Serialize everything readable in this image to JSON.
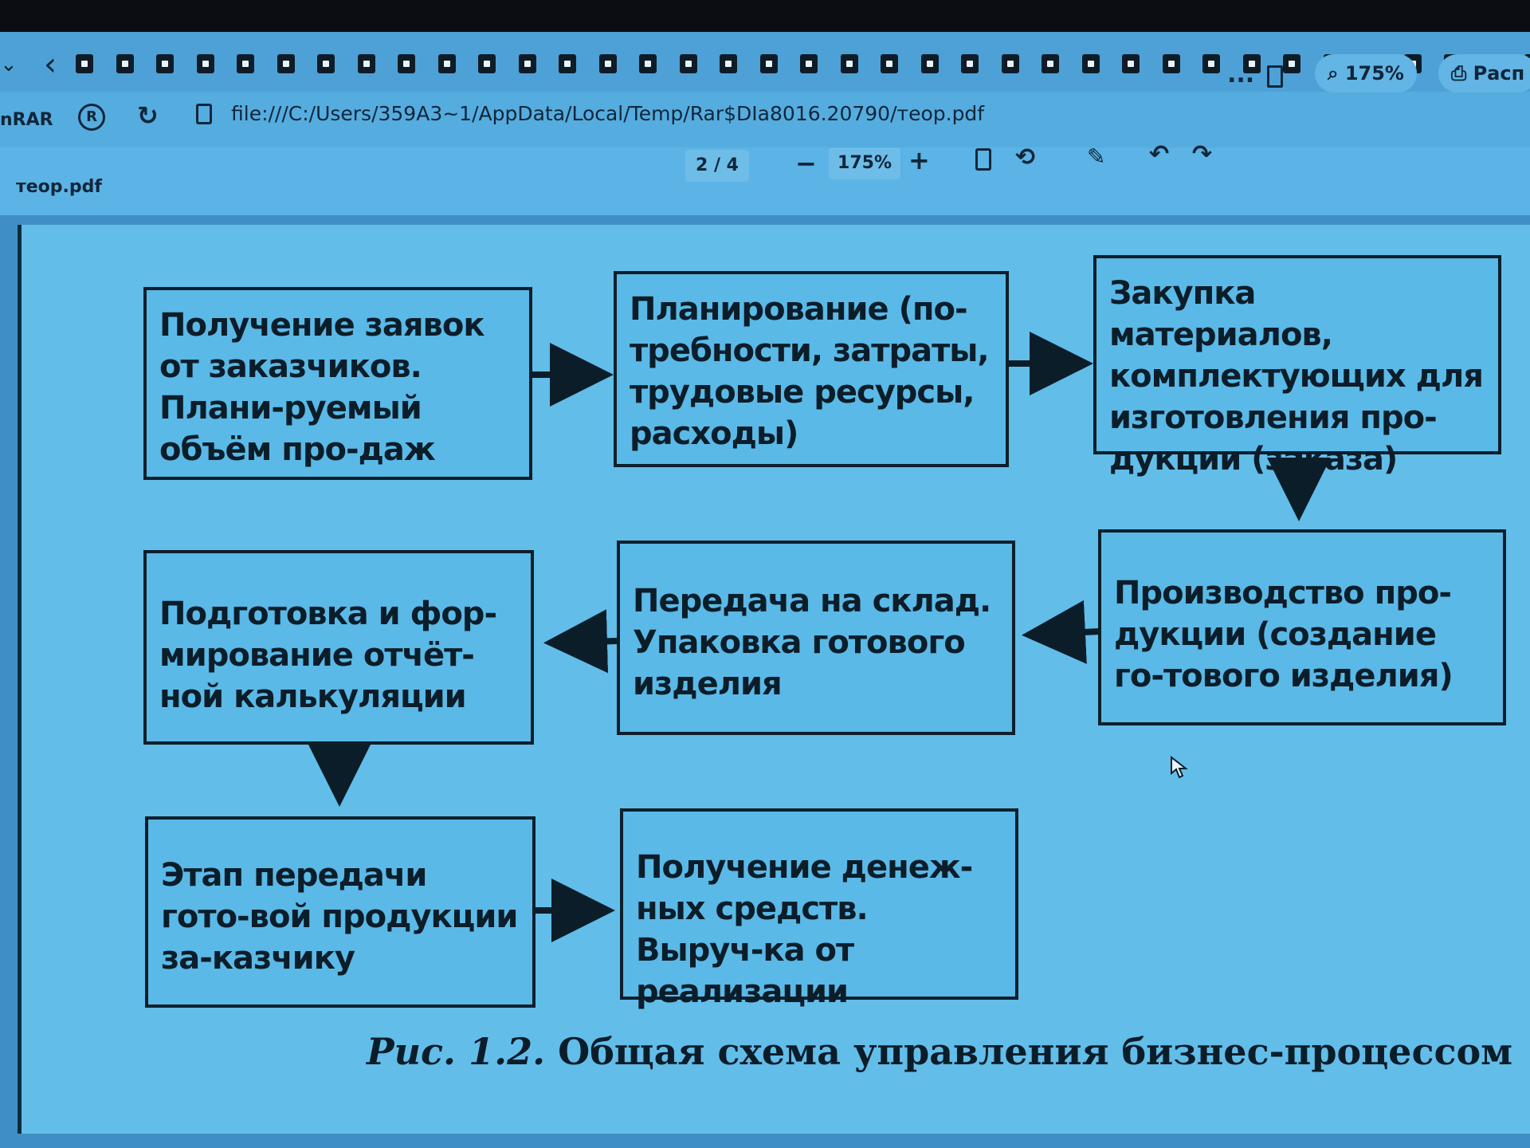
{
  "browser": {
    "app_partial_label": "nRAR",
    "url": "file:///C:/Users/359A3~1/AppData/Local/Temp/Rar$DIa8016.20790/теор.pdf",
    "menu_label": "...",
    "zoom_pill": "175%",
    "print_label": "Расп",
    "reader_icon_letter": "R"
  },
  "pdf_toolbar": {
    "filename": "теор.pdf",
    "page_indicator": "2 / 4",
    "zoom": "175%",
    "zoom_out": "−",
    "zoom_in": "+"
  },
  "diagram": {
    "boxes": [
      {
        "id": "b1",
        "text": "Получение заявок от заказчиков. Плани-руемый объём про-даж"
      },
      {
        "id": "b2",
        "text": "Планирование (по-требности, затраты, трудовые ресурсы, расходы)"
      },
      {
        "id": "b3",
        "text": "Закупка материалов, комплектующих для изготовления про-дукции (заказа)"
      },
      {
        "id": "b4",
        "text": "Производство про-дукции (создание го-тового изделия)"
      },
      {
        "id": "b5",
        "text": "Передача на склад. Упаковка готового изделия"
      },
      {
        "id": "b6",
        "text": "Подготовка и фор-мирование отчёт-ной калькуляции"
      },
      {
        "id": "b7",
        "text": "Этап передачи гото-вой продукции за-казчику"
      },
      {
        "id": "b8",
        "text": "Получение денеж-ных средств. Выруч-ка от реализации"
      }
    ],
    "caption_label": "Рис. 1.2.",
    "caption_text": "Общая схема управления бизнес-процессом"
  },
  "colors": {
    "page_bg": "#62bde9",
    "box_border": "#0d1f2c",
    "text": "#0c1d2a"
  }
}
